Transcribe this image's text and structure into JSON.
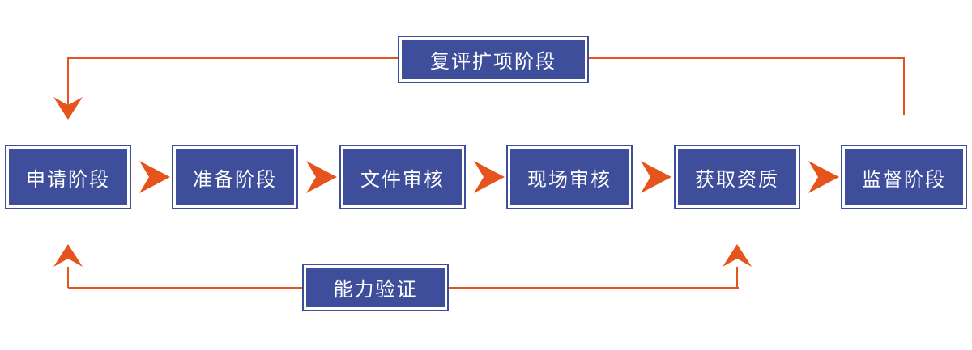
{
  "diagram": {
    "stages": [
      {
        "label": "申请阶段"
      },
      {
        "label": "准备阶段"
      },
      {
        "label": "文件审核"
      },
      {
        "label": "现场审核"
      },
      {
        "label": "获取资质"
      },
      {
        "label": "监督阶段"
      }
    ],
    "loops": {
      "top": {
        "label": "复评扩项阶段"
      },
      "bottom": {
        "label": "能力验证"
      }
    },
    "colors": {
      "box_fill": "#3E4E9B",
      "box_inner_border": "#FFFFFF",
      "arrow_orange": "#E5541C",
      "text": "#FFFFFF",
      "background": "#FFFFFF"
    }
  }
}
